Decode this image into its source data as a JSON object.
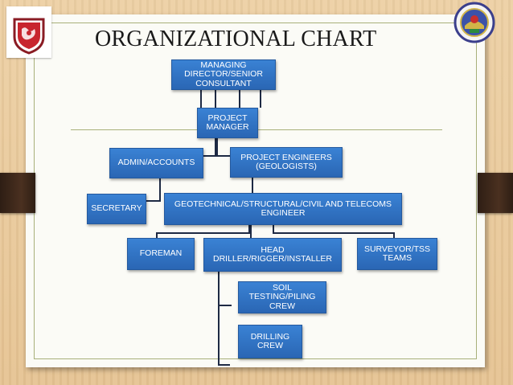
{
  "slide": {
    "title": "ORGANIZATIONAL CHART"
  },
  "org_chart": {
    "nodes": {
      "managing_director": "MANAGING DIRECTOR/SENIOR CONSULTANT",
      "project_manager": "PROJECT MANAGER",
      "admin_accounts": "ADMIN/ACCOUNTS",
      "project_engineers": "PROJECT ENGINEERS (GEOLOGISTS)",
      "secretary": "SECRETARY",
      "geotechnical_engineer": "GEOTECHNICAL/STRUCTURAL/CIVIL AND TELECOMS ENGINEER",
      "foreman": "FOREMAN",
      "head_driller": "HEAD DRILLER/RIGGER/INSTALLER",
      "surveyor_teams": "SURVEYOR/TSS TEAMS",
      "soil_testing_crew": "SOIL TESTING/PILING CREW",
      "drilling_crew": "DRILLING CREW"
    }
  },
  "colors": {
    "node_fill": "#2f73c4",
    "connector": "#1e2a44",
    "slide_bg": "#fbfbf6",
    "wood_bg": "#e9c99a"
  }
}
